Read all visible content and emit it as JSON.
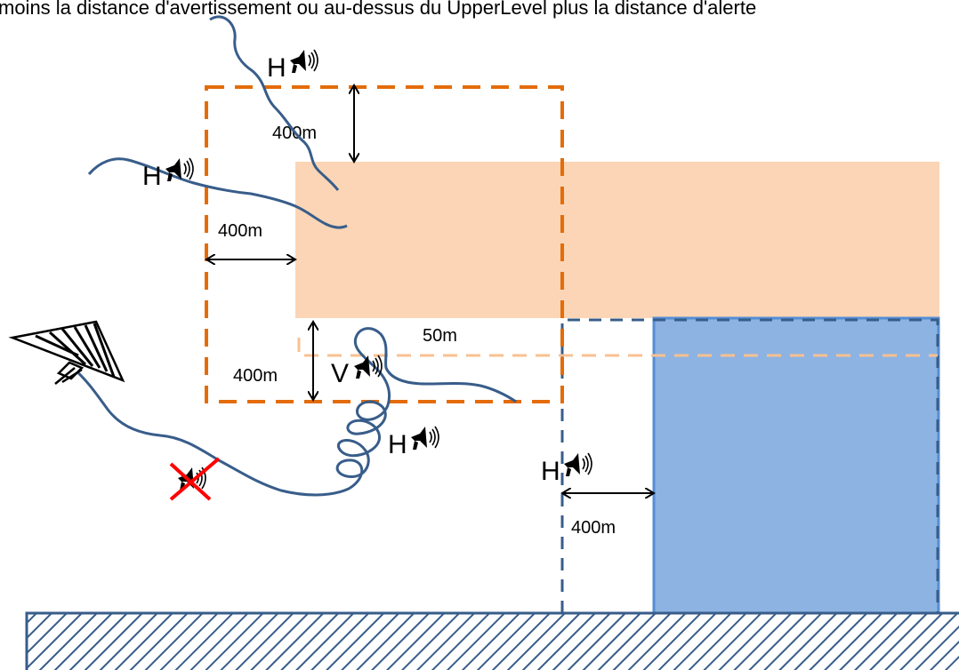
{
  "caption": "moins la distance d'avertissement ou au-dessus du UpperLevel plus la distance d'alerte",
  "labels": {
    "dist_top": "400m",
    "dist_left": "400m",
    "dist_bottom": "400m",
    "dist_margin": "50m",
    "dist_right": "400m"
  },
  "alerts": {
    "top": "H",
    "left": "H",
    "vertical": "V",
    "spiral": "H",
    "right": "H"
  },
  "colors": {
    "orange_zone": "#fbd5b5",
    "orange_line": "#e46c0a",
    "light_orange_line": "#fac090",
    "blue_zone": "#8db3e2",
    "blue_edge": "#558ed5",
    "blue_dash": "#385d8a",
    "track": "#385d8a",
    "cross": "#ff0000"
  },
  "icons": [
    "speaker-icon",
    "hang-glider-icon",
    "cross-icon"
  ]
}
